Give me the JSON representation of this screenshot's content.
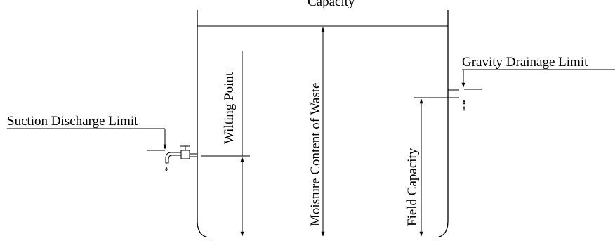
{
  "diagram": {
    "labels": {
      "top": "Capacity",
      "wilting_point": "Wilting Point",
      "moisture_content": "Moisture Content of Waste",
      "field_capacity": "Field Capacity",
      "gravity_drainage_limit": "Gravity Drainage Limit",
      "suction_discharge_limit": "Suction Discharge Limit"
    },
    "icons": [
      "faucet-icon",
      "water-drop-icon"
    ],
    "colors": {
      "ink": "#000000",
      "background": "#ffffff"
    }
  }
}
